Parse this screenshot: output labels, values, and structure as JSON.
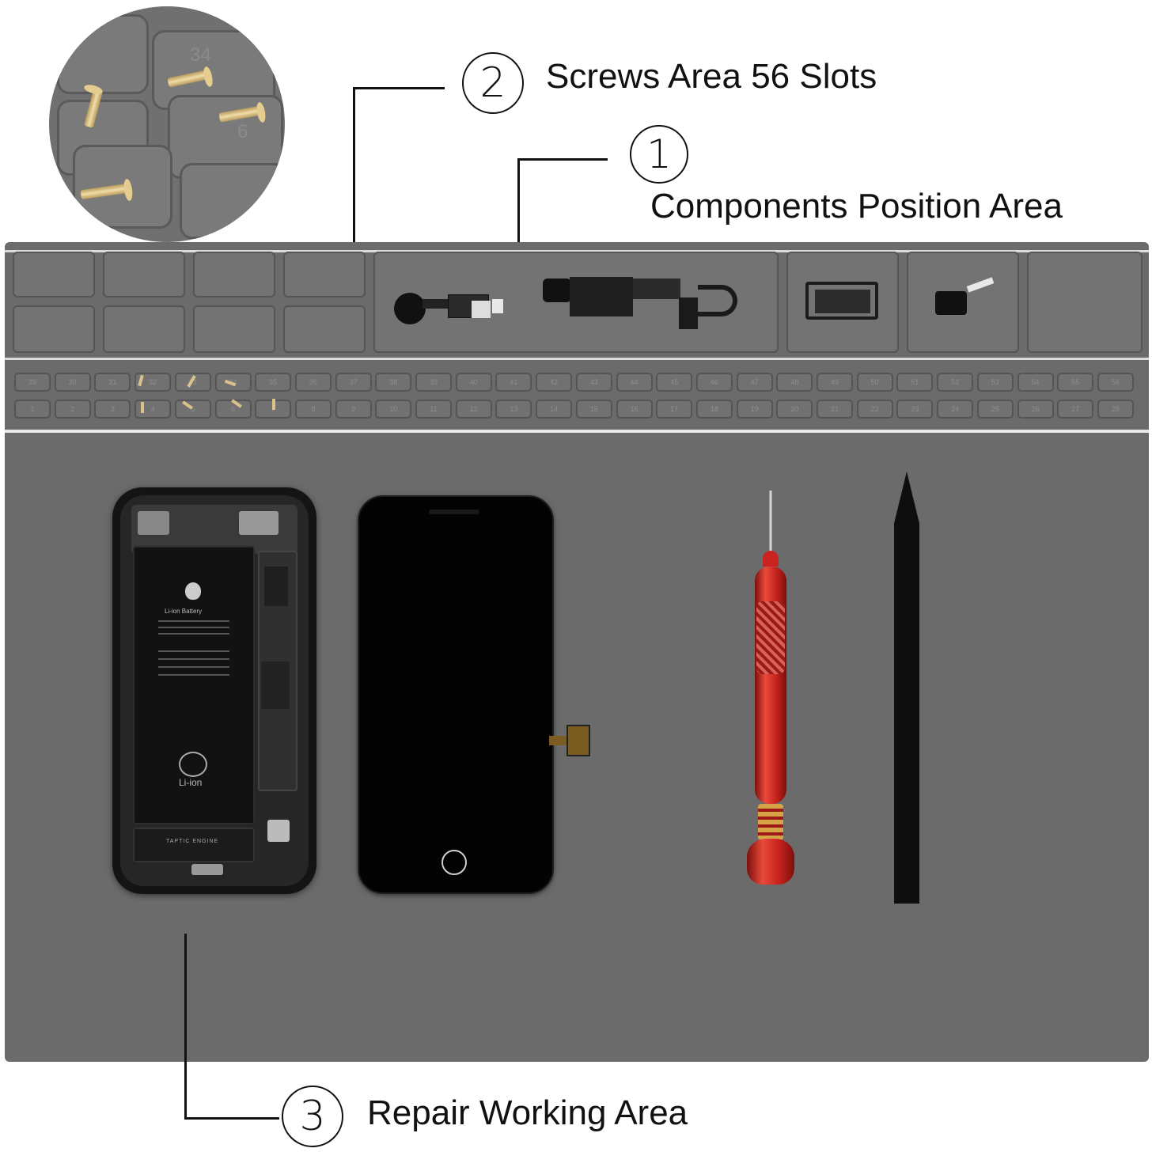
{
  "callouts": [
    {
      "number": "1",
      "label": "Components Position Area"
    },
    {
      "number": "2",
      "label": "Screws Area 56 Slots"
    },
    {
      "number": "3",
      "label": "Repair Working Area"
    }
  ],
  "zoom_inset": {
    "slot_numbers": [
      "34",
      "6"
    ]
  },
  "screw_slots": {
    "top_row": [
      "29",
      "30",
      "31",
      "32",
      "33",
      "34",
      "35",
      "36",
      "37",
      "38",
      "39",
      "40",
      "41",
      "42",
      "43",
      "44",
      "45",
      "46",
      "47",
      "48",
      "49",
      "50",
      "51",
      "52",
      "53",
      "54",
      "55",
      "56"
    ],
    "bottom_row": [
      "1",
      "2",
      "3",
      "4",
      "5",
      "6",
      "7",
      "8",
      "9",
      "10",
      "11",
      "12",
      "13",
      "14",
      "15",
      "16",
      "17",
      "18",
      "19",
      "20",
      "21",
      "22",
      "23",
      "24",
      "25",
      "26",
      "27",
      "28"
    ]
  },
  "battery_label": {
    "brand": "Li-ion Battery",
    "recycle": "Li-ion"
  },
  "taptic_label": "TAPTIC ENGINE",
  "colors": {
    "mat": "#6b6b6b",
    "mat_border": "#dcdcdc",
    "text": "#111111",
    "screwdriver": "#c8231f"
  }
}
